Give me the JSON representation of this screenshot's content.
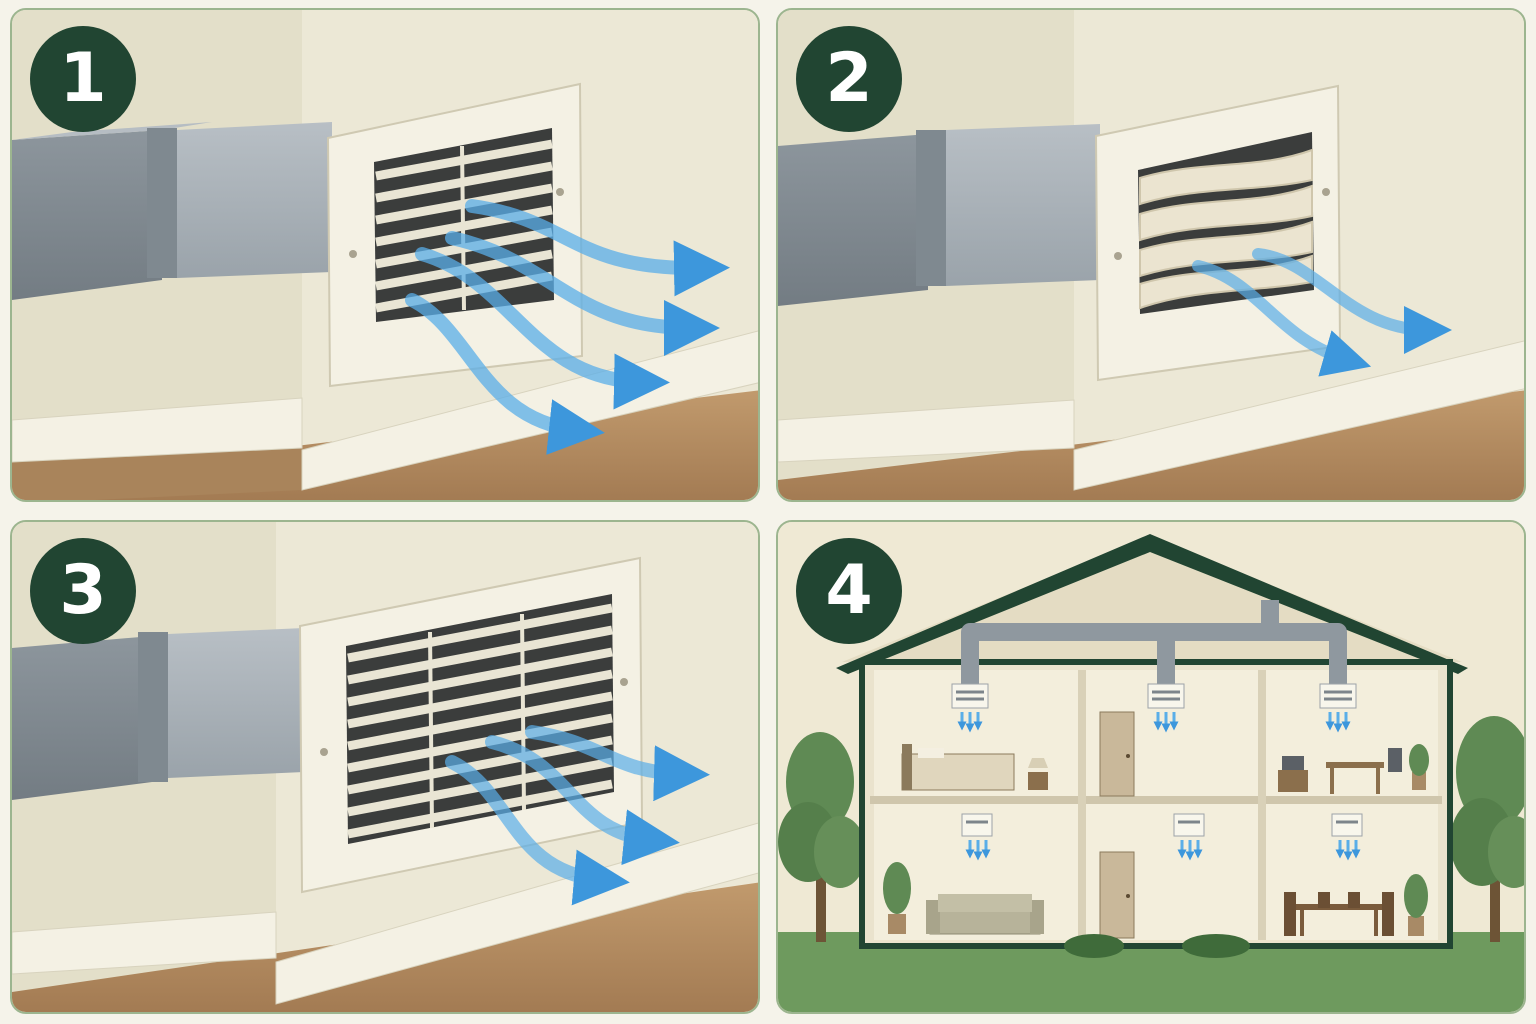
{
  "panels": [
    {
      "number": "1"
    },
    {
      "number": "2"
    },
    {
      "number": "3"
    },
    {
      "number": "4"
    }
  ],
  "colors": {
    "wall": "#ece8d6",
    "badge": "#214532",
    "roof": "#214532",
    "duct": "#9aa3aa",
    "grille": "#f4f1e4",
    "floor": "#b58c62",
    "airflow": "#5aaee8",
    "tree": "#5f8a54",
    "grass": "#6e9a5e"
  },
  "icons": [
    "airflow-arrow-icon",
    "tree-icon",
    "bed-icon",
    "sofa-icon",
    "desk-icon",
    "table-icon",
    "plant-icon",
    "door-icon",
    "lamp-icon"
  ]
}
